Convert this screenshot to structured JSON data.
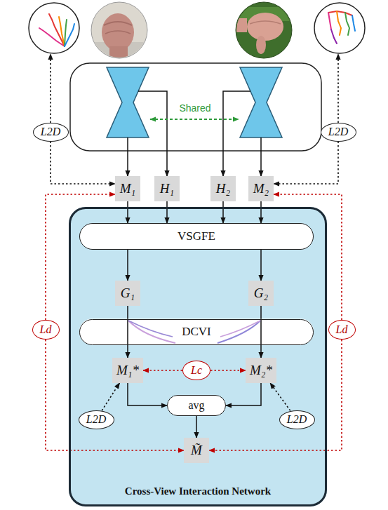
{
  "diagram": {
    "nodes": [
      {
        "text": [
          "L2D"
        ]
      },
      {
        "text": [
          "L2D"
        ]
      },
      {
        "text": [
          "M₁"
        ]
      },
      {
        "text": [
          "H₁"
        ]
      },
      {
        "text": [
          "H₂"
        ]
      },
      {
        "text": [
          "M₂"
        ]
      },
      {
        "text": [
          "Cross-View Interaction Network"
        ]
      },
      {
        "text": [
          "VSGFE"
        ],
        "in": 6
      },
      {
        "text": [
          "G₁"
        ],
        "in": 6
      },
      {
        "text": [
          "G₂"
        ],
        "in": 6
      },
      {
        "text": [
          "Ld"
        ]
      },
      {
        "text": [
          "DCVI"
        ],
        "in": 6
      },
      {
        "text": [
          "Ld"
        ]
      },
      {
        "text": [
          "M₁*"
        ],
        "in": 6
      },
      {
        "text": [
          "Lc"
        ],
        "in": 6
      },
      {
        "text": [
          "M₂*"
        ],
        "in": 6
      },
      {
        "text": [
          "L2D"
        ],
        "in": 6
      },
      {
        "text": [
          "avg"
        ],
        "in": 6
      },
      {
        "text": [
          "L2D"
        ],
        "in": 6
      },
      {
        "text": [
          "M̃"
        ],
        "in": 6
      }
    ],
    "edges": [
      {
        "from": 0,
        "to": 2,
        "arrow": "to"
      },
      {
        "from": 1,
        "to": 5,
        "arrow": "to"
      },
      {
        "from": 10,
        "to": 2,
        "arrow": "to"
      },
      {
        "from": 12,
        "to": 5,
        "arrow": "to"
      },
      {
        "from": 10,
        "to": 19,
        "arrow": "to"
      },
      {
        "from": 12,
        "to": 19,
        "arrow": "to"
      },
      {
        "from": 2,
        "to": 7,
        "arrow": "to"
      },
      {
        "from": 3,
        "to": 7,
        "arrow": "to"
      },
      {
        "from": 4,
        "to": 7,
        "arrow": "to"
      },
      {
        "from": 5,
        "to": 7,
        "arrow": "to"
      },
      {
        "from": 7,
        "to": 8,
        "arrow": "to"
      },
      {
        "from": 7,
        "to": 9,
        "arrow": "to"
      },
      {
        "from": 8,
        "to": 11,
        "arrow": "none"
      },
      {
        "from": 9,
        "to": 11,
        "arrow": "none"
      },
      {
        "from": 11,
        "to": 13,
        "arrow": "to"
      },
      {
        "from": 11,
        "to": 15,
        "arrow": "to"
      },
      {
        "from": 14,
        "to": 13,
        "arrow": "to"
      },
      {
        "from": 14,
        "to": 15,
        "arrow": "to"
      },
      {
        "from": 16,
        "to": 13,
        "arrow": "to"
      },
      {
        "from": 18,
        "to": 15,
        "arrow": "to"
      },
      {
        "from": 13,
        "to": 17,
        "arrow": "to"
      },
      {
        "from": 15,
        "to": 17,
        "arrow": "to"
      },
      {
        "from": 17,
        "to": 19,
        "arrow": "to"
      }
    ],
    "labels": [
      "Shared"
    ]
  }
}
